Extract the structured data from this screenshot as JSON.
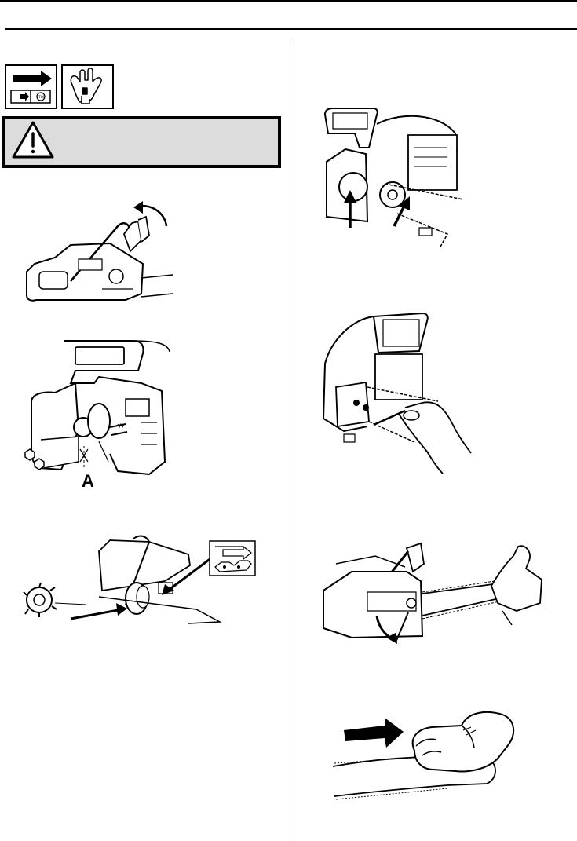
{
  "page": {
    "figure_labels": {
      "a": "A"
    }
  },
  "symbols": {
    "items": [
      {
        "name": "engine-off-symbol",
        "icon": "arrow-stop-switch-icon"
      },
      {
        "name": "protective-glove-symbol",
        "icon": "glove-icon"
      }
    ],
    "warning_icon": "warning-triangle-icon"
  },
  "colors": {
    "ink": "#000000",
    "warning_fill": "#dcdcdc",
    "paper": "#ffffff"
  }
}
